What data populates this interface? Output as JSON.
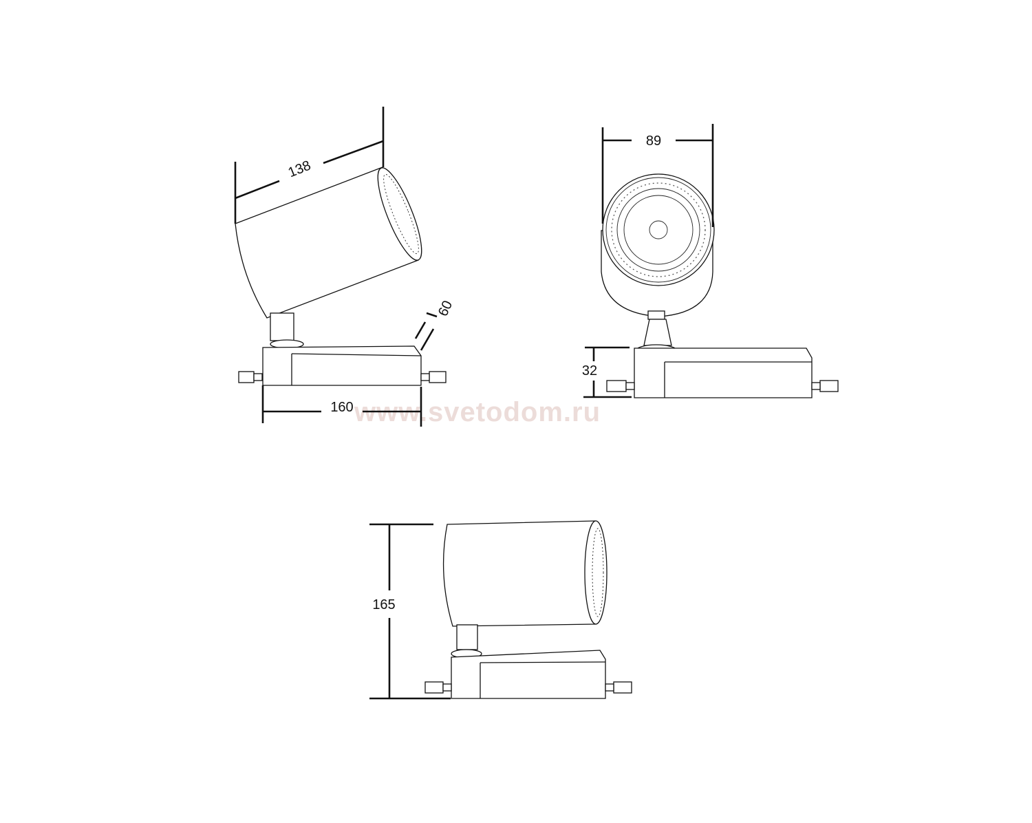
{
  "watermark": "www.svetodom.ru",
  "views": {
    "angled": {
      "length": "138",
      "base_width": "160",
      "base_depth": "60"
    },
    "front": {
      "diameter": "89",
      "base_height": "32"
    },
    "side": {
      "height": "165"
    }
  },
  "colors": {
    "line": "#111111",
    "watermark": "#ecdcd9",
    "background": "#ffffff"
  }
}
